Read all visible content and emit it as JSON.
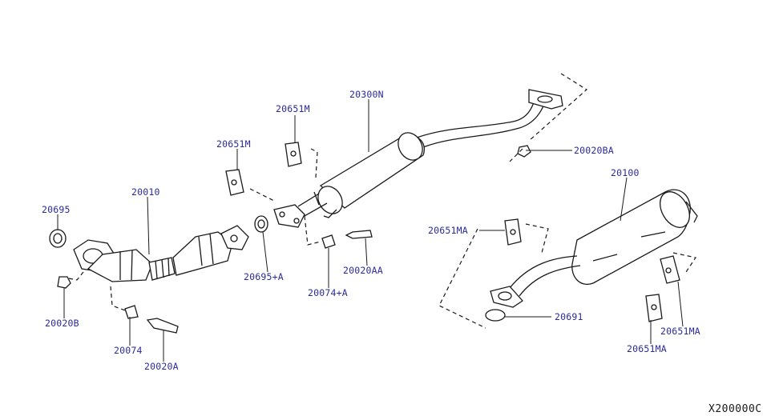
{
  "diagram_code": "X200000C",
  "labels": {
    "p20300N": "20300N",
    "p20651M_a": "20651M",
    "p20651M_b": "20651M",
    "p20010": "20010",
    "p20695": "20695",
    "p20020B": "20020B",
    "p20074": "20074",
    "p20020A": "20020A",
    "p20695A": "20695+A",
    "p20074A": "20074+A",
    "p20020AA": "20020AA",
    "p20020BA": "20020BA",
    "p20100": "20100",
    "p20651MA_a": "20651MA",
    "p20691": "20691",
    "p20651MA_b": "20651MA",
    "p20651MA_c": "20651MA"
  },
  "colors": {
    "label": "#2a2a9a",
    "line": "#1a1a1a",
    "background": "#ffffff"
  }
}
